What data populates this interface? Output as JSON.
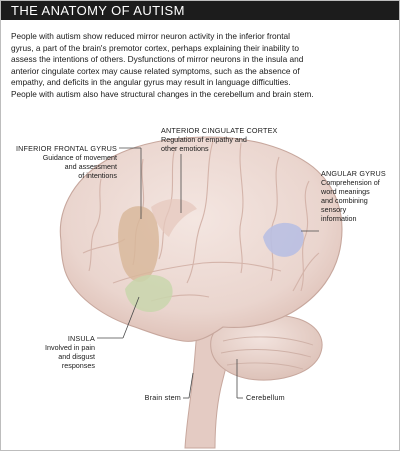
{
  "title": "THE ANATOMY OF AUTISM",
  "intro_lines": [
    "People with autism show reduced mirror neuron activity in the inferior frontal",
    "gyrus, a part of the brain's premotor cortex, perhaps explaining their inability to",
    "assess the intentions of others. Dysfunctions of mirror neurons in the insula and",
    "anterior cingulate cortex may cause related symptoms, such as the absence of",
    "empathy, and deficits in the angular gyrus may result in language difficulties.",
    "People with autism also have structural changes in the cerebellum and brain stem."
  ],
  "labels": {
    "anterior_cingulate": {
      "title": "ANTERIOR CINGULATE CORTEX",
      "lines": [
        "Regulation of empathy and",
        "other emotions"
      ]
    },
    "inferior_frontal": {
      "title": "INFERIOR FRONTAL GYRUS",
      "lines": [
        "Guidance of movement",
        "and assessment",
        "of intentions"
      ]
    },
    "angular": {
      "title": "ANGULAR GYRUS",
      "lines": [
        "Comprehension of",
        "word meanings",
        "and combining",
        "sensory",
        "information"
      ]
    },
    "insula": {
      "title": "INSULA",
      "lines": [
        "Involved in pain",
        "and disgust",
        "responses"
      ]
    },
    "brain_stem": {
      "title": "Brain stem"
    },
    "cerebellum": {
      "title": "Cerebellum"
    }
  },
  "colors": {
    "title_bar": "#1c1c1c",
    "brain_fill": "#ebd7d1",
    "brain_outline": "#c7a79d",
    "inferior_frontal_region": "#d8b79a",
    "anterior_cingulate_region": "#e6c8bd",
    "angular_region": "#b9bfe2",
    "insula_region": "#c9d6ad"
  }
}
